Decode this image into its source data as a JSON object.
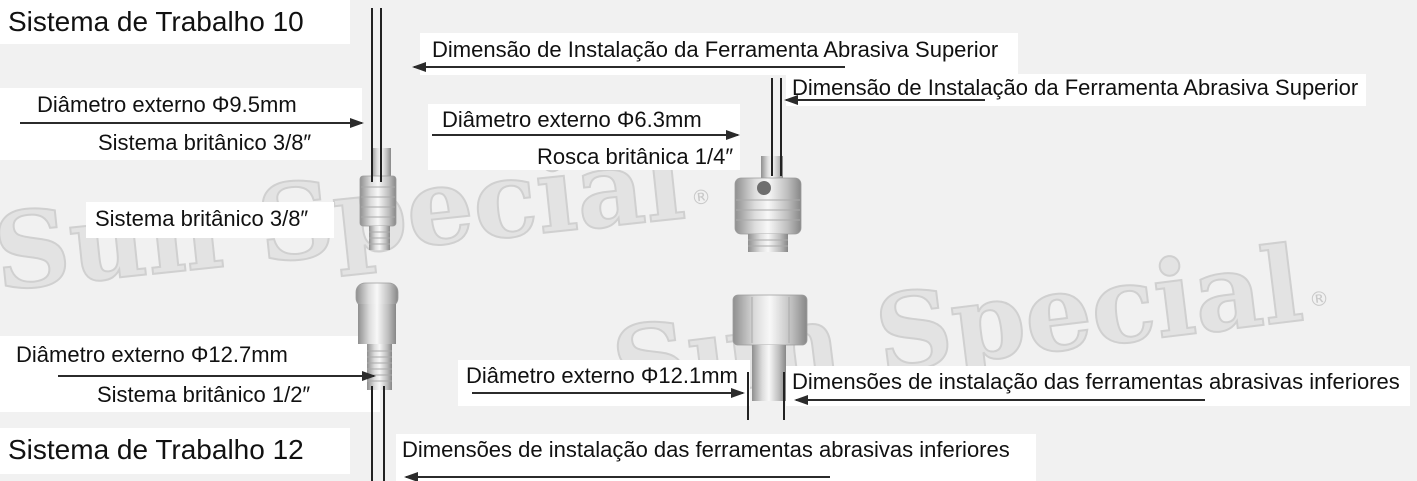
{
  "titles": {
    "top": "Sistema de Trabalho 10",
    "bottom": "Sistema de Trabalho 12"
  },
  "left_column": {
    "upper_install_label": "Dimensão de Instalação da Ferramenta Abrasiva Superior",
    "upper_outer_diameter": "Diâmetro externo Φ9.5mm",
    "upper_standard": "Sistema britânico 3/8″",
    "middle_standard": "Sistema britânico 3/8″",
    "lower_outer_diameter": "Diâmetro externo Φ12.7mm",
    "lower_standard": "Sistema britânico 1/2″",
    "lower_install_label": "Dimensões de instalação das ferramentas abrasivas inferiores"
  },
  "right_column": {
    "upper_install_label": "Dimensão de Instalação da Ferramenta Abrasiva Superior",
    "upper_outer_diameter": "Diâmetro externo Φ6.3mm",
    "upper_thread": "Rosca britânica 1/4″",
    "lower_outer_diameter": "Diâmetro externo Φ12.1mm",
    "lower_install_label": "Dimensões de instalação das ferramentas abrasivas inferiores"
  },
  "watermark": {
    "text": "Sun Special",
    "registered_mark": "®"
  },
  "colors": {
    "background": "#f1f1f1",
    "panel": "#ffffff",
    "text": "#111111",
    "line": "#222222",
    "arrow": "#2b2b2b",
    "watermark_fill": "#e3e3e3",
    "watermark_stroke": "#d0d0d0"
  }
}
